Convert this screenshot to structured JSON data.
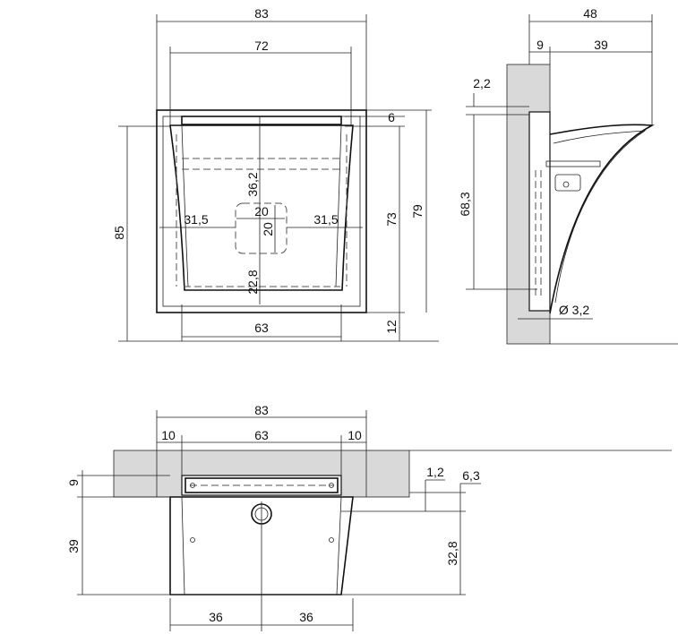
{
  "front_view": {
    "outer_width": "83",
    "inner_width": "72",
    "outer_height": "85",
    "height_73": "73",
    "height_79": "79",
    "top_offset": "6",
    "bottom_offset": "12",
    "bottom_width": "63",
    "drain_from_left": "31,5",
    "drain_from_right": "31,5",
    "drain_from_top": "36,2",
    "drain_from_bottom": "22,8",
    "drain_width": "20",
    "drain_height": "20"
  },
  "side_view": {
    "total_depth": "48",
    "wall_depth": "9",
    "projection": "39",
    "top_gap": "2,2",
    "height": "68,3",
    "diameter": "Ø 3,2"
  },
  "bottom_view": {
    "overall_width": "83",
    "left_margin": "10",
    "center_width": "63",
    "right_margin": "10",
    "wall_thickness": "9",
    "lower_height": "39",
    "offset_1_2": "1,2",
    "offset_6_3": "6,3",
    "height_32_8": "32,8",
    "half_left": "36",
    "half_right": "36"
  }
}
